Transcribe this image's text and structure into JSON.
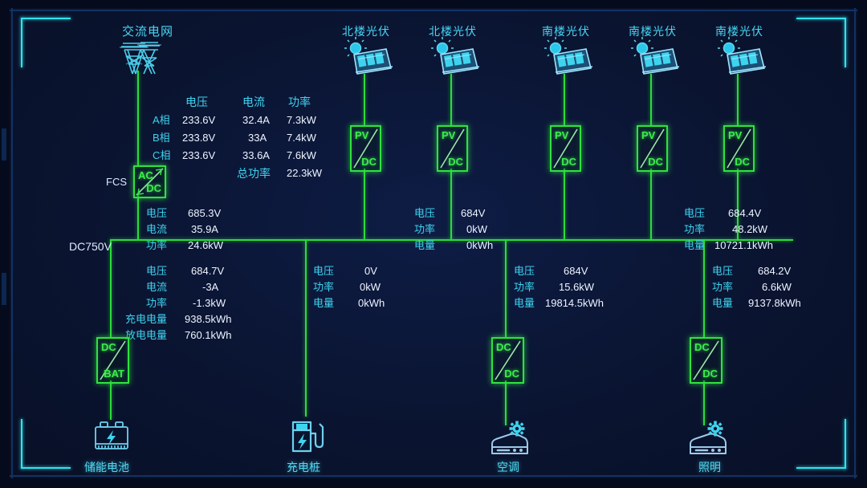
{
  "theme": {
    "bg": "#0b1637",
    "accent_cyan": "#37d8ef",
    "accent_green": "#2ddb3c",
    "text_white": "#e8f2ff"
  },
  "bus": {
    "label": "DC750V"
  },
  "grid": {
    "title": "交流电网",
    "converter": {
      "top_label": "AC",
      "bottom_label": "DC",
      "name": "FCS"
    },
    "fcs_label": "FCS",
    "table": {
      "columns": [
        "电压",
        "电流",
        "功率"
      ],
      "rows": [
        {
          "phase": "A相",
          "voltage": "233.6V",
          "current": "32.4A",
          "power": "7.3kW"
        },
        {
          "phase": "B相",
          "voltage": "233.8V",
          "current": "33A",
          "power": "7.4kW"
        },
        {
          "phase": "C相",
          "voltage": "233.6V",
          "current": "33.6A",
          "power": "7.6kW"
        }
      ],
      "total_label": "总功率",
      "total_value": "22.3kW"
    },
    "dc_side": {
      "items": [
        {
          "key": "电压",
          "value": "685.3V"
        },
        {
          "key": "电流",
          "value": "35.9A"
        },
        {
          "key": "功率",
          "value": "24.6kW"
        }
      ]
    }
  },
  "pv": [
    {
      "title": "北楼光伏",
      "conv_top": "PV",
      "conv_bottom": "DC"
    },
    {
      "title": "北楼光伏",
      "conv_top": "PV",
      "conv_bottom": "DC"
    },
    {
      "title": "南楼光伏",
      "conv_top": "PV",
      "conv_bottom": "DC"
    },
    {
      "title": "南楼光伏",
      "conv_top": "PV",
      "conv_bottom": "DC"
    },
    {
      "title": "南楼光伏",
      "conv_top": "PV",
      "conv_bottom": "DC"
    }
  ],
  "pv_readings": [
    {
      "group": "north",
      "items": [
        {
          "key": "电压",
          "value": "684V"
        },
        {
          "key": "功率",
          "value": "0kW"
        },
        {
          "key": "电量",
          "value": "0kWh"
        }
      ]
    },
    {
      "group": "south",
      "items": [
        {
          "key": "电压",
          "value": "684.4V"
        },
        {
          "key": "功率",
          "value": "48.2kW"
        },
        {
          "key": "电量",
          "value": "10721.1kWh"
        }
      ]
    }
  ],
  "loads": [
    {
      "id": "battery",
      "device_label": "储能电池",
      "converter": {
        "top": "DC",
        "bottom": "BAT"
      },
      "icon": "battery-icon",
      "items": [
        {
          "key": "电压",
          "value": "684.7V"
        },
        {
          "key": "电流",
          "value": "-3A"
        },
        {
          "key": "功率",
          "value": "-1.3kW"
        },
        {
          "key": "充电电量",
          "value": "938.5kWh"
        },
        {
          "key": "放电电量",
          "value": "760.1kWh"
        }
      ]
    },
    {
      "id": "charger",
      "device_label": "充电桩",
      "converter": null,
      "icon": "ev-charger-icon",
      "items": [
        {
          "key": "电压",
          "value": "0V"
        },
        {
          "key": "功率",
          "value": "0kW"
        },
        {
          "key": "电量",
          "value": "0kWh"
        }
      ]
    },
    {
      "id": "hvac",
      "device_label": "空调",
      "converter": {
        "top": "DC",
        "bottom": "DC"
      },
      "icon": "air-conditioner-icon",
      "items": [
        {
          "key": "电压",
          "value": "684V"
        },
        {
          "key": "功率",
          "value": "15.6kW"
        },
        {
          "key": "电量",
          "value": "19814.5kWh"
        }
      ]
    },
    {
      "id": "lighting",
      "device_label": "照明",
      "converter": {
        "top": "DC",
        "bottom": "DC"
      },
      "icon": "lighting-icon",
      "items": [
        {
          "key": "电压",
          "value": "684.2V"
        },
        {
          "key": "功率",
          "value": "6.6kW"
        },
        {
          "key": "电量",
          "value": "9137.8kWh"
        }
      ]
    }
  ]
}
